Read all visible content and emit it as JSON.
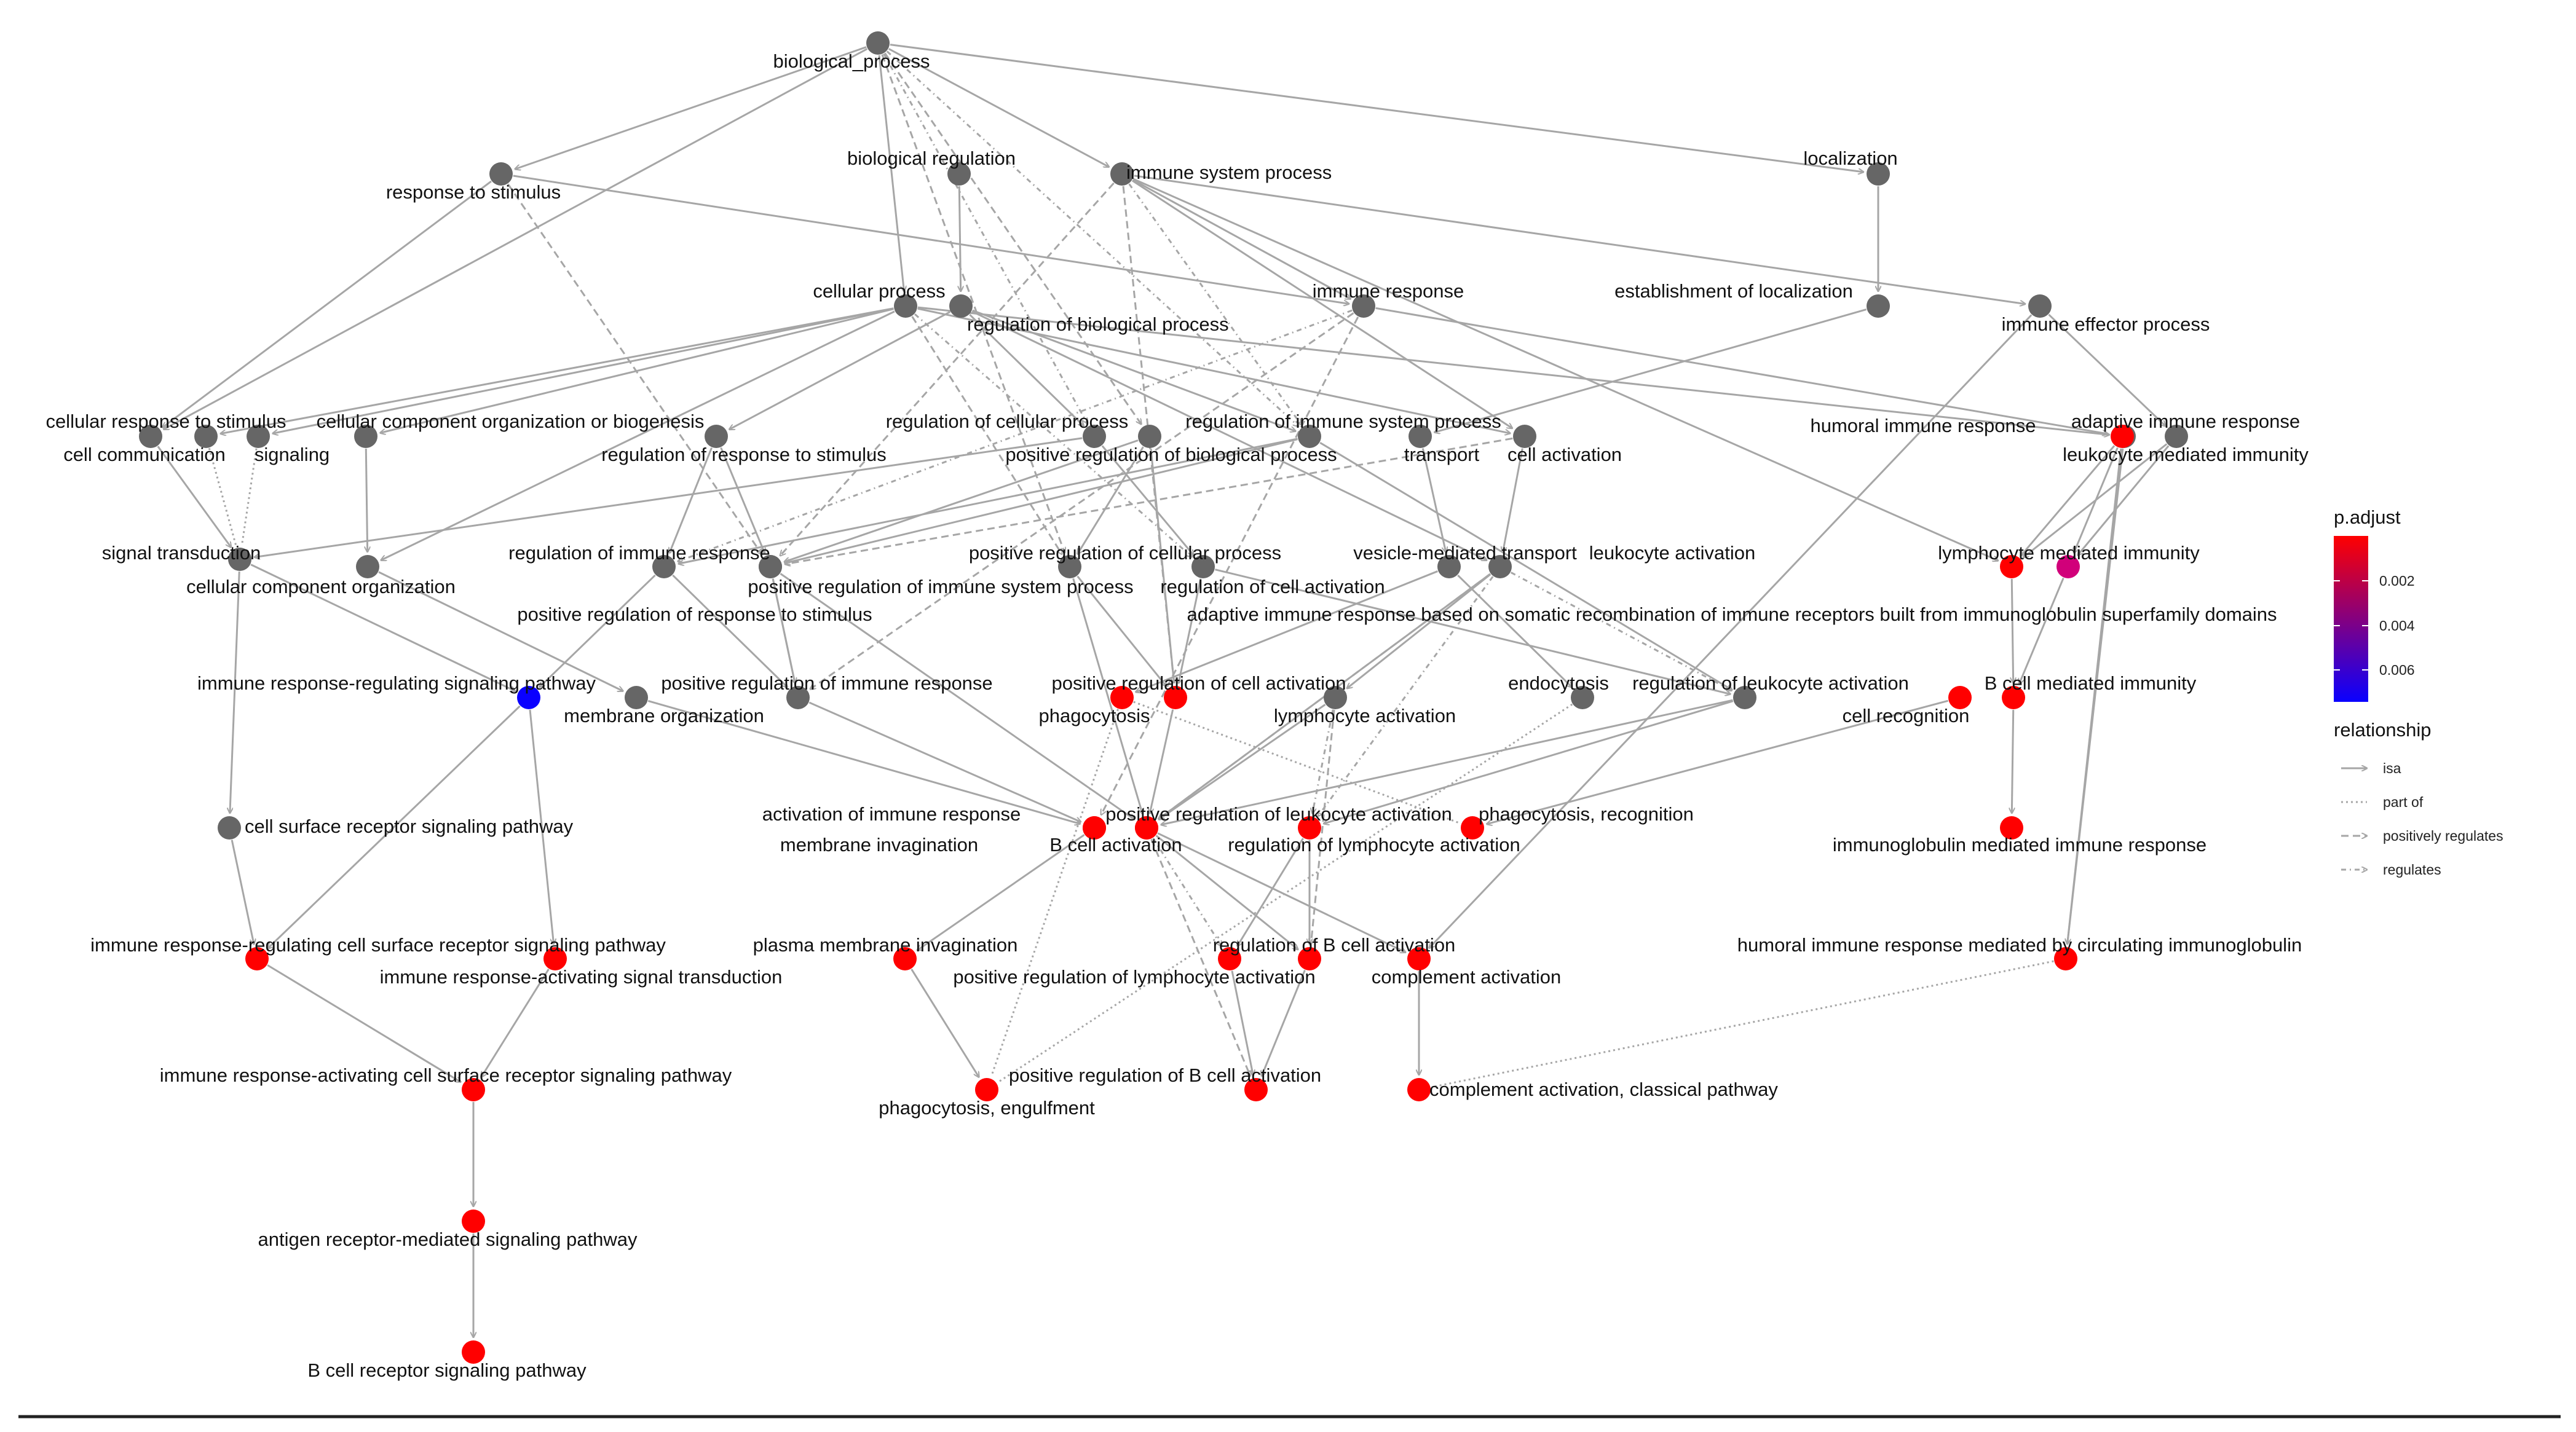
{
  "colors": {
    "gray_node": "#666666",
    "red_node": "#ff0000",
    "magenta_node": "#d1007a",
    "blue_node": "#0a00ff",
    "edge": "#a6a6a6",
    "rule": "#222222"
  },
  "nodes": {
    "bp": {
      "label": "biological_process",
      "color": "gray"
    },
    "rts": {
      "label": "response to stimulus",
      "color": "gray"
    },
    "breg": {
      "label": "biological regulation",
      "color": "gray"
    },
    "isp": {
      "label": "immune system process",
      "color": "gray"
    },
    "loc": {
      "label": "localization",
      "color": "gray"
    },
    "cp": {
      "label": "cellular process",
      "color": "gray"
    },
    "rbp": {
      "label": "regulation of biological process",
      "color": "gray"
    },
    "ir": {
      "label": "immune response",
      "color": "gray"
    },
    "eol": {
      "label": "establishment of localization",
      "color": "gray"
    },
    "iep": {
      "label": "immune effector process",
      "color": "gray"
    },
    "crs": {
      "label": "cellular response to stimulus",
      "color": "gray"
    },
    "cc": {
      "label": "cell communication",
      "color": "gray"
    },
    "sig": {
      "label": "signaling",
      "color": "gray"
    },
    "ccob": {
      "label": "cellular component organization or biogenesis",
      "color": "gray"
    },
    "rrs": {
      "label": "regulation of response to stimulus",
      "color": "gray"
    },
    "rcp": {
      "label": "regulation of cellular process",
      "color": "gray"
    },
    "prbp": {
      "label": "positive regulation of biological process",
      "color": "gray"
    },
    "risp": {
      "label": "regulation of immune system process",
      "color": "gray"
    },
    "trans": {
      "label": "transport",
      "color": "gray"
    },
    "cact": {
      "label": "cell activation",
      "color": "gray"
    },
    "hir": {
      "label": "humoral immune response",
      "color": "gray"
    },
    "air": {
      "label": "adaptive immune response",
      "color": "red"
    },
    "lmi": {
      "label": "leukocyte mediated immunity",
      "color": "gray"
    },
    "st": {
      "label": "signal transduction",
      "color": "gray"
    },
    "cco": {
      "label": "cellular component organization",
      "color": "gray"
    },
    "rir": {
      "label": "regulation of immune response",
      "color": "gray"
    },
    "pcp": {
      "label": "positive regulation of cellular process",
      "color": "gray"
    },
    "prisp": {
      "label": "positive regulation of immune system process",
      "color": "gray"
    },
    "prrs": {
      "label": "positive regulation of response to stimulus",
      "color": "gray"
    },
    "rca": {
      "label": "regulation of cell activation",
      "color": "gray"
    },
    "vmt": {
      "label": "vesicle-mediated transport",
      "color": "gray"
    },
    "la": {
      "label": "leukocyte activation",
      "color": "gray"
    },
    "lymi": {
      "label": "lymphocyte mediated immunity",
      "color": "red"
    },
    "airsr": {
      "label": "adaptive immune response based on somatic recombination of immune receptors built from immunoglobulin superfamily domains",
      "color": "magenta"
    },
    "irrsp": {
      "label": "immune response-regulating signaling pathway",
      "color": "blue"
    },
    "mo": {
      "label": "membrane organization",
      "color": "gray"
    },
    "prir": {
      "label": "positive regulation of immune response",
      "color": "gray"
    },
    "prca": {
      "label": "positive regulation of cell activation",
      "color": "red"
    },
    "phag": {
      "label": "phagocytosis",
      "color": "red"
    },
    "lyma": {
      "label": "lymphocyte activation",
      "color": "gray"
    },
    "endo": {
      "label": "endocytosis",
      "color": "gray"
    },
    "rla": {
      "label": "regulation of leukocyte activation",
      "color": "gray"
    },
    "crec": {
      "label": "cell recognition",
      "color": "red"
    },
    "bcmi": {
      "label": "B cell mediated immunity",
      "color": "red"
    },
    "csrsp": {
      "label": "cell surface receptor signaling pathway",
      "color": "gray"
    },
    "aoir": {
      "label": "activation of immune response",
      "color": "red"
    },
    "mi": {
      "label": "membrane invagination",
      "color": "red"
    },
    "prla": {
      "label": "positive regulation of leukocyte activation",
      "color": "red"
    },
    "bca": {
      "label": "B cell activation",
      "color": "red"
    },
    "rlyma": {
      "label": "regulation of lymphocyte activation",
      "color": "red"
    },
    "pharec": {
      "label": "phagocytosis, recognition",
      "color": "red"
    },
    "imir": {
      "label": "immunoglobulin mediated immune response",
      "color": "red"
    },
    "irrcsrsp": {
      "label": "immune response-regulating cell surface receptor signaling pathway",
      "color": "red"
    },
    "irast": {
      "label": "immune response-activating signal transduction",
      "color": "red"
    },
    "pmi": {
      "label": "plasma membrane invagination",
      "color": "red"
    },
    "rbca": {
      "label": "regulation of B cell activation",
      "color": "red"
    },
    "prlyma": {
      "label": "positive regulation of lymphocyte activation",
      "color": "red"
    },
    "compa": {
      "label": "complement activation",
      "color": "red"
    },
    "hirmci": {
      "label": "humoral immune response mediated by circulating immunoglobulin",
      "color": "red"
    },
    "iracsrsp": {
      "label": "immune response-activating cell surface receptor signaling pathway",
      "color": "red"
    },
    "phaeng": {
      "label": "phagocytosis, engulfment",
      "color": "red"
    },
    "prbca": {
      "label": "positive regulation of B cell activation",
      "color": "red"
    },
    "cacp": {
      "label": "complement activation, classical pathway",
      "color": "red"
    },
    "armsp": {
      "label": "antigen receptor-mediated signaling pathway",
      "color": "red"
    },
    "bcrsp": {
      "label": "B cell receptor signaling pathway",
      "color": "red"
    }
  },
  "edges": [
    {
      "from": "bp",
      "to": "rts",
      "type": "isa"
    },
    {
      "from": "bp",
      "to": "isp",
      "type": "isa"
    },
    {
      "from": "bp",
      "to": "loc",
      "type": "isa"
    },
    {
      "from": "bp",
      "to": "cp",
      "type": "isa"
    },
    {
      "from": "bp",
      "to": "crs",
      "type": "isa"
    },
    {
      "from": "bp",
      "to": "rcp",
      "type": "regulates"
    },
    {
      "from": "bp",
      "to": "risp",
      "type": "regulates"
    },
    {
      "from": "bp",
      "to": "prbp",
      "type": "positively regulates"
    },
    {
      "from": "bp",
      "to": "pcp",
      "type": "positively regulates"
    },
    {
      "from": "breg",
      "to": "rbp",
      "type": "isa"
    },
    {
      "from": "rts",
      "to": "crs",
      "type": "isa"
    },
    {
      "from": "rts",
      "to": "ir",
      "type": "isa"
    },
    {
      "from": "rts",
      "to": "prrs",
      "type": "positively regulates"
    },
    {
      "from": "isp",
      "to": "ir",
      "type": "isa"
    },
    {
      "from": "isp",
      "to": "iep",
      "type": "isa"
    },
    {
      "from": "isp",
      "to": "cact",
      "type": "isa"
    },
    {
      "from": "isp",
      "to": "lymi",
      "type": "isa"
    },
    {
      "from": "isp",
      "to": "risp",
      "type": "regulates"
    },
    {
      "from": "isp",
      "to": "prisp",
      "type": "positively regulates"
    },
    {
      "from": "isp",
      "to": "prca",
      "type": "positively regulates"
    },
    {
      "from": "loc",
      "to": "eol",
      "type": "isa"
    },
    {
      "from": "cp",
      "to": "cc",
      "type": "isa"
    },
    {
      "from": "cp",
      "to": "sig",
      "type": "isa"
    },
    {
      "from": "cp",
      "to": "ccob",
      "type": "isa"
    },
    {
      "from": "cp",
      "to": "cco",
      "type": "isa"
    },
    {
      "from": "cp",
      "to": "cact",
      "type": "isa"
    },
    {
      "from": "cp",
      "to": "hir",
      "type": "isa"
    },
    {
      "from": "cp",
      "to": "rca",
      "type": "regulates"
    },
    {
      "from": "cp",
      "to": "pcp",
      "type": "positively regulates"
    },
    {
      "from": "rbp",
      "to": "rrs",
      "type": "isa"
    },
    {
      "from": "rbp",
      "to": "rcp",
      "type": "isa"
    },
    {
      "from": "rbp",
      "to": "risp",
      "type": "isa"
    },
    {
      "from": "rbp",
      "to": "la",
      "type": "isa"
    },
    {
      "from": "ir",
      "to": "air",
      "type": "isa"
    },
    {
      "from": "ir",
      "to": "rir",
      "type": "regulates"
    },
    {
      "from": "ir",
      "to": "prir",
      "type": "positively regulates"
    },
    {
      "from": "ir",
      "to": "aoir",
      "type": "positively regulates"
    },
    {
      "from": "eol",
      "to": "trans",
      "type": "isa"
    },
    {
      "from": "iep",
      "to": "lmi",
      "type": "isa"
    },
    {
      "from": "iep",
      "to": "compa",
      "type": "isa"
    },
    {
      "from": "crs",
      "to": "st",
      "type": "isa"
    },
    {
      "from": "cc",
      "to": "st",
      "type": "part of"
    },
    {
      "from": "sig",
      "to": "st",
      "type": "part of"
    },
    {
      "from": "ccob",
      "to": "cco",
      "type": "isa"
    },
    {
      "from": "rrs",
      "to": "rir",
      "type": "isa"
    },
    {
      "from": "rrs",
      "to": "prrs",
      "type": "isa"
    },
    {
      "from": "rcp",
      "to": "st",
      "type": "isa"
    },
    {
      "from": "rcp",
      "to": "rca",
      "type": "isa"
    },
    {
      "from": "prbp",
      "to": "pcp",
      "type": "isa"
    },
    {
      "from": "prbp",
      "to": "prisp",
      "type": "isa"
    },
    {
      "from": "prbp",
      "to": "prca",
      "type": "isa"
    },
    {
      "from": "risp",
      "to": "rir",
      "type": "isa"
    },
    {
      "from": "risp",
      "to": "prisp",
      "type": "isa"
    },
    {
      "from": "risp",
      "to": "rla",
      "type": "isa"
    },
    {
      "from": "trans",
      "to": "vmt",
      "type": "isa"
    },
    {
      "from": "cact",
      "to": "la",
      "type": "isa"
    },
    {
      "from": "cact",
      "to": "prisp",
      "type": "positively regulates"
    },
    {
      "from": "hir",
      "to": "hirmci",
      "type": "isa"
    },
    {
      "from": "air",
      "to": "airsr",
      "type": "isa"
    },
    {
      "from": "air",
      "to": "lymi",
      "type": "isa"
    },
    {
      "from": "air",
      "to": "hirmci",
      "type": "isa"
    },
    {
      "from": "lmi",
      "to": "lymi",
      "type": "isa"
    },
    {
      "from": "lmi",
      "to": "airsr",
      "type": "isa"
    },
    {
      "from": "st",
      "to": "irrsp",
      "type": "isa"
    },
    {
      "from": "st",
      "to": "csrsp",
      "type": "isa"
    },
    {
      "from": "cco",
      "to": "mo",
      "type": "isa"
    },
    {
      "from": "rir",
      "to": "irrsp",
      "type": "isa"
    },
    {
      "from": "rir",
      "to": "prir",
      "type": "isa"
    },
    {
      "from": "prisp",
      "to": "prir",
      "type": "isa"
    },
    {
      "from": "prisp",
      "to": "prla",
      "type": "isa"
    },
    {
      "from": "prrs",
      "to": "prir",
      "type": "isa"
    },
    {
      "from": "pcp",
      "to": "prca",
      "type": "isa"
    },
    {
      "from": "pcp",
      "to": "prla",
      "type": "isa"
    },
    {
      "from": "rca",
      "to": "prca",
      "type": "isa"
    },
    {
      "from": "rca",
      "to": "rla",
      "type": "isa"
    },
    {
      "from": "vmt",
      "to": "endo",
      "type": "isa"
    },
    {
      "from": "vmt",
      "to": "phag",
      "type": "isa"
    },
    {
      "from": "la",
      "to": "lyma",
      "type": "isa"
    },
    {
      "from": "la",
      "to": "rla",
      "type": "regulates"
    },
    {
      "from": "la",
      "to": "prla",
      "type": "positively regulates"
    },
    {
      "from": "la",
      "to": "bca",
      "type": "isa"
    },
    {
      "from": "la",
      "to": "rlyma",
      "type": "regulates"
    },
    {
      "from": "lymi",
      "to": "bcmi",
      "type": "isa"
    },
    {
      "from": "airsr",
      "to": "bcmi",
      "type": "isa"
    },
    {
      "from": "irrsp",
      "to": "irrcsrsp",
      "type": "isa"
    },
    {
      "from": "irrsp",
      "to": "irast",
      "type": "isa"
    },
    {
      "from": "mo",
      "to": "mi",
      "type": "isa"
    },
    {
      "from": "prir",
      "to": "aoir",
      "type": "isa"
    },
    {
      "from": "prca",
      "to": "prla",
      "type": "isa"
    },
    {
      "from": "phag",
      "to": "pharec",
      "type": "part of"
    },
    {
      "from": "phag",
      "to": "phaeng",
      "type": "part of"
    },
    {
      "from": "lyma",
      "to": "bca",
      "type": "isa"
    },
    {
      "from": "lyma",
      "to": "rlyma",
      "type": "regulates"
    },
    {
      "from": "lyma",
      "to": "prlyma",
      "type": "positively regulates"
    },
    {
      "from": "endo",
      "to": "phaeng",
      "type": "part of"
    },
    {
      "from": "rla",
      "to": "prla",
      "type": "isa"
    },
    {
      "from": "rla",
      "to": "rlyma",
      "type": "isa"
    },
    {
      "from": "crec",
      "to": "pharec",
      "type": "isa"
    },
    {
      "from": "bcmi",
      "to": "imir",
      "type": "isa"
    },
    {
      "from": "csrsp",
      "to": "irrcsrsp",
      "type": "isa"
    },
    {
      "from": "mi",
      "to": "pmi",
      "type": "isa"
    },
    {
      "from": "prla",
      "to": "prlyma",
      "type": "isa"
    },
    {
      "from": "bca",
      "to": "rbca",
      "type": "regulates"
    },
    {
      "from": "bca",
      "to": "prbca",
      "type": "positively regulates"
    },
    {
      "from": "bca",
      "to": "compa",
      "type": "isa"
    },
    {
      "from": "rlyma",
      "to": "rbca",
      "type": "isa"
    },
    {
      "from": "rlyma",
      "to": "prlyma",
      "type": "isa"
    },
    {
      "from": "irrcsrsp",
      "to": "iracsrsp",
      "type": "isa"
    },
    {
      "from": "irast",
      "to": "iracsrsp",
      "type": "isa"
    },
    {
      "from": "pmi",
      "to": "phaeng",
      "type": "isa"
    },
    {
      "from": "rbca",
      "to": "prbca",
      "type": "isa"
    },
    {
      "from": "prlyma",
      "to": "prbca",
      "type": "isa"
    },
    {
      "from": "compa",
      "to": "cacp",
      "type": "isa"
    },
    {
      "from": "hirmci",
      "to": "cacp",
      "type": "part of"
    },
    {
      "from": "iracsrsp",
      "to": "armsp",
      "type": "isa"
    },
    {
      "from": "armsp",
      "to": "bcrsp",
      "type": "isa"
    }
  ],
  "legend": {
    "padjust_title": "p.adjust",
    "padjust_ticks": [
      "0.002",
      "0.004",
      "0.006"
    ],
    "padjust_low_color": "#ff0000",
    "padjust_high_color": "#0a00ff",
    "relationship_title": "relationship",
    "relationship_items": [
      {
        "label": "isa",
        "style": "isa"
      },
      {
        "label": "part of",
        "style": "part of"
      },
      {
        "label": "positively regulates",
        "style": "positively regulates"
      },
      {
        "label": "regulates",
        "style": "regulates"
      }
    ]
  }
}
